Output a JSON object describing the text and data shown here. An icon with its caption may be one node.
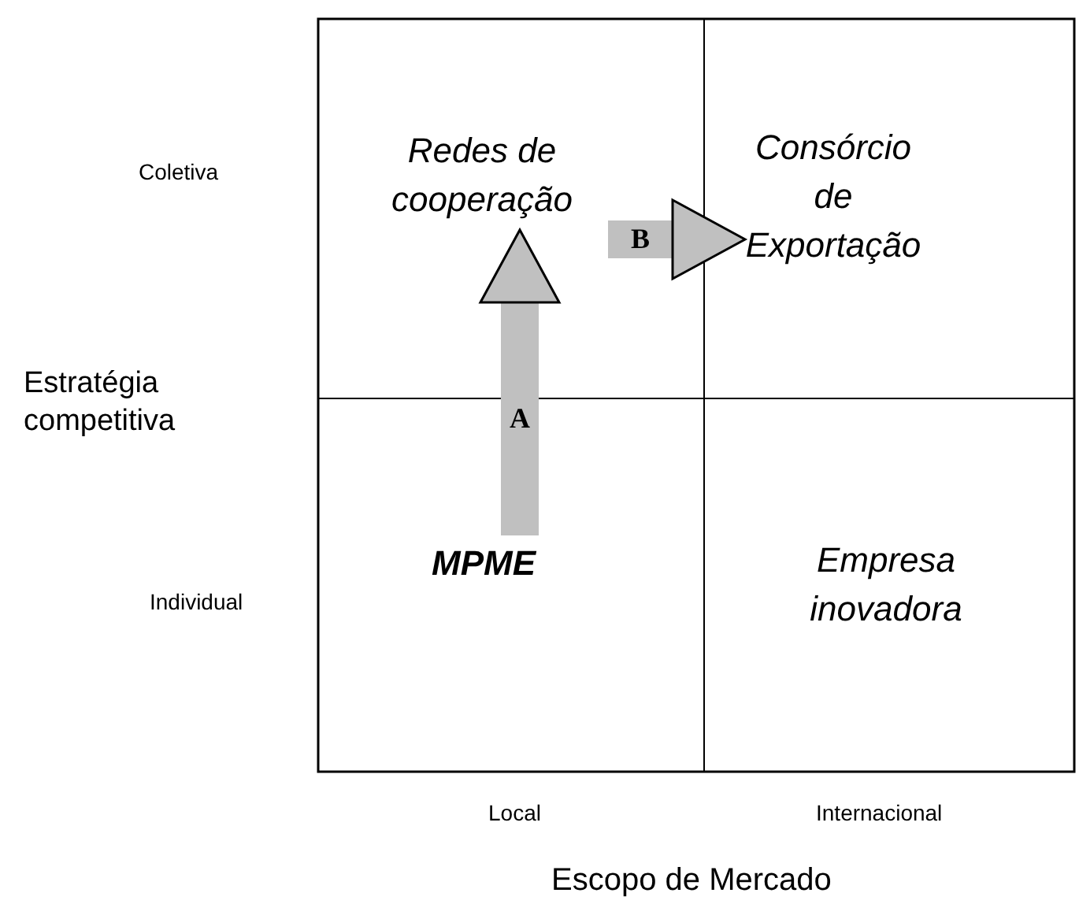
{
  "diagram": {
    "nodes": [
      {
        "text": [
          "Redes de cooperação"
        ]
      },
      {
        "text": [
          "Consórcio de Exportação"
        ]
      },
      {
        "text": [
          "MPME"
        ]
      },
      {
        "text": [
          "Empresa inovadora"
        ]
      }
    ],
    "edges": [
      {
        "from": 2,
        "to": 0,
        "arrow": "to",
        "label": "A"
      },
      {
        "from": 0,
        "to": 1,
        "arrow": "to",
        "label": "B"
      }
    ],
    "labels": [
      "Coletiva",
      "Estratégia competitiva",
      "Individual",
      "Local",
      "Internacional",
      "Escopo de Mercado"
    ]
  }
}
